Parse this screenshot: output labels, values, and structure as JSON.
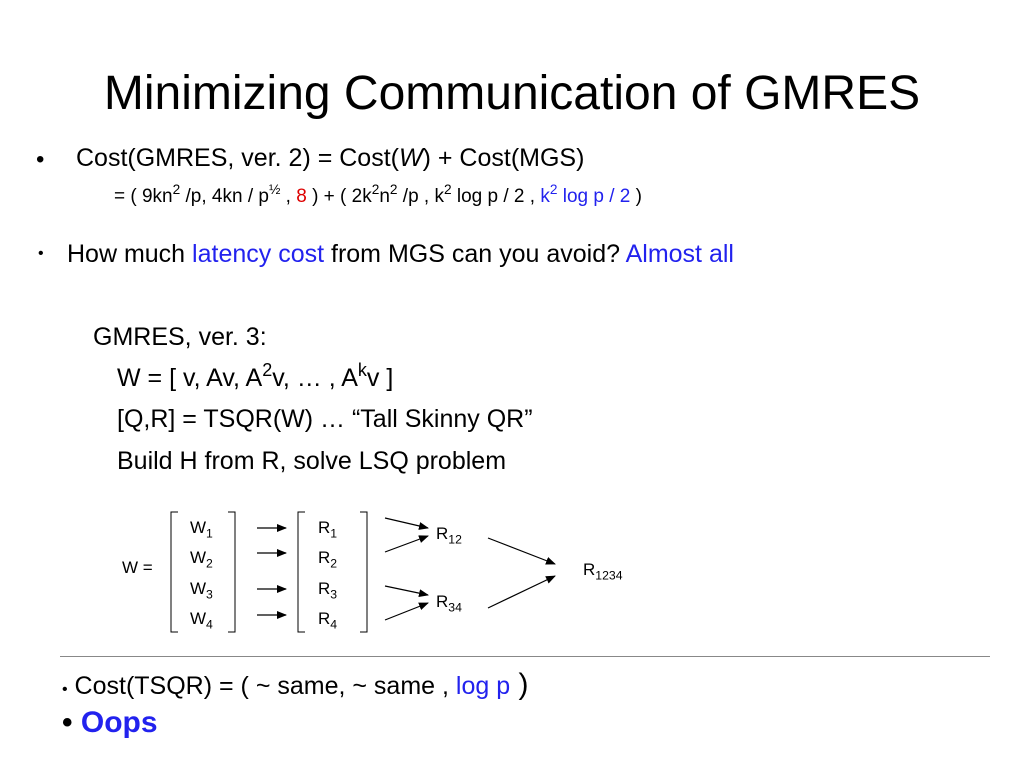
{
  "slide": {
    "title": "Minimizing Communication of GMRES",
    "bullet1": {
      "dot": "•",
      "pre": "Cost(GMRES, ver. 2) = Cost(",
      "w": "W",
      "post": ") + Cost(MGS)",
      "eq": {
        "p1": "=  ( 9kn",
        "s1": "2",
        "p2": " /p, 4kn / p",
        "s2": "½",
        "p3": " ,  ",
        "red": "8",
        "p4": " ) + ( 2k",
        "s3": "2",
        "p5": "n",
        "s4": "2",
        "p6": " /p , k",
        "s5": "2",
        "p7": " log p / 2 , ",
        "blue_k": "k",
        "s6": "2",
        "blue_rest": " log p / 2",
        "p8": " )"
      }
    },
    "bullet2": {
      "dot": "•",
      "pre": "How much ",
      "blue1": "latency cost",
      "mid": " from MGS can you avoid?  ",
      "blue2": "Almost all"
    },
    "code": {
      "line1": "GMRES, ver. 3:",
      "line2": {
        "a": "W = [ v, Av, A",
        "s1": "2",
        "b": "v, … , A",
        "s2": "k",
        "c": "v ]"
      },
      "line3": "[Q,R] = TSQR(W)  …  “Tall Skinny QR”",
      "line4": "Build H from R, solve LSQ problem"
    },
    "diagram": {
      "w_eq": "W =",
      "w_base": "W",
      "r_base": "R",
      "w_subs": [
        "1",
        "2",
        "3",
        "4"
      ],
      "r_subs": [
        "1",
        "2",
        "3",
        "4"
      ],
      "r12": {
        "base": "R",
        "sub": "12"
      },
      "r34": {
        "base": "R",
        "sub": "34"
      },
      "r1234": {
        "base": "R",
        "sub": "1234"
      }
    },
    "bullet3": {
      "dot": "•",
      "pre": " Cost(TSQR) = ( ~ same, ~ same ,  ",
      "blue": "log p",
      "paren": " )"
    },
    "bullet4": {
      "dot": "•",
      "text": "Oops"
    },
    "colors": {
      "blue": "#2222ee",
      "red": "#dd0000",
      "rule": "#888888"
    }
  }
}
